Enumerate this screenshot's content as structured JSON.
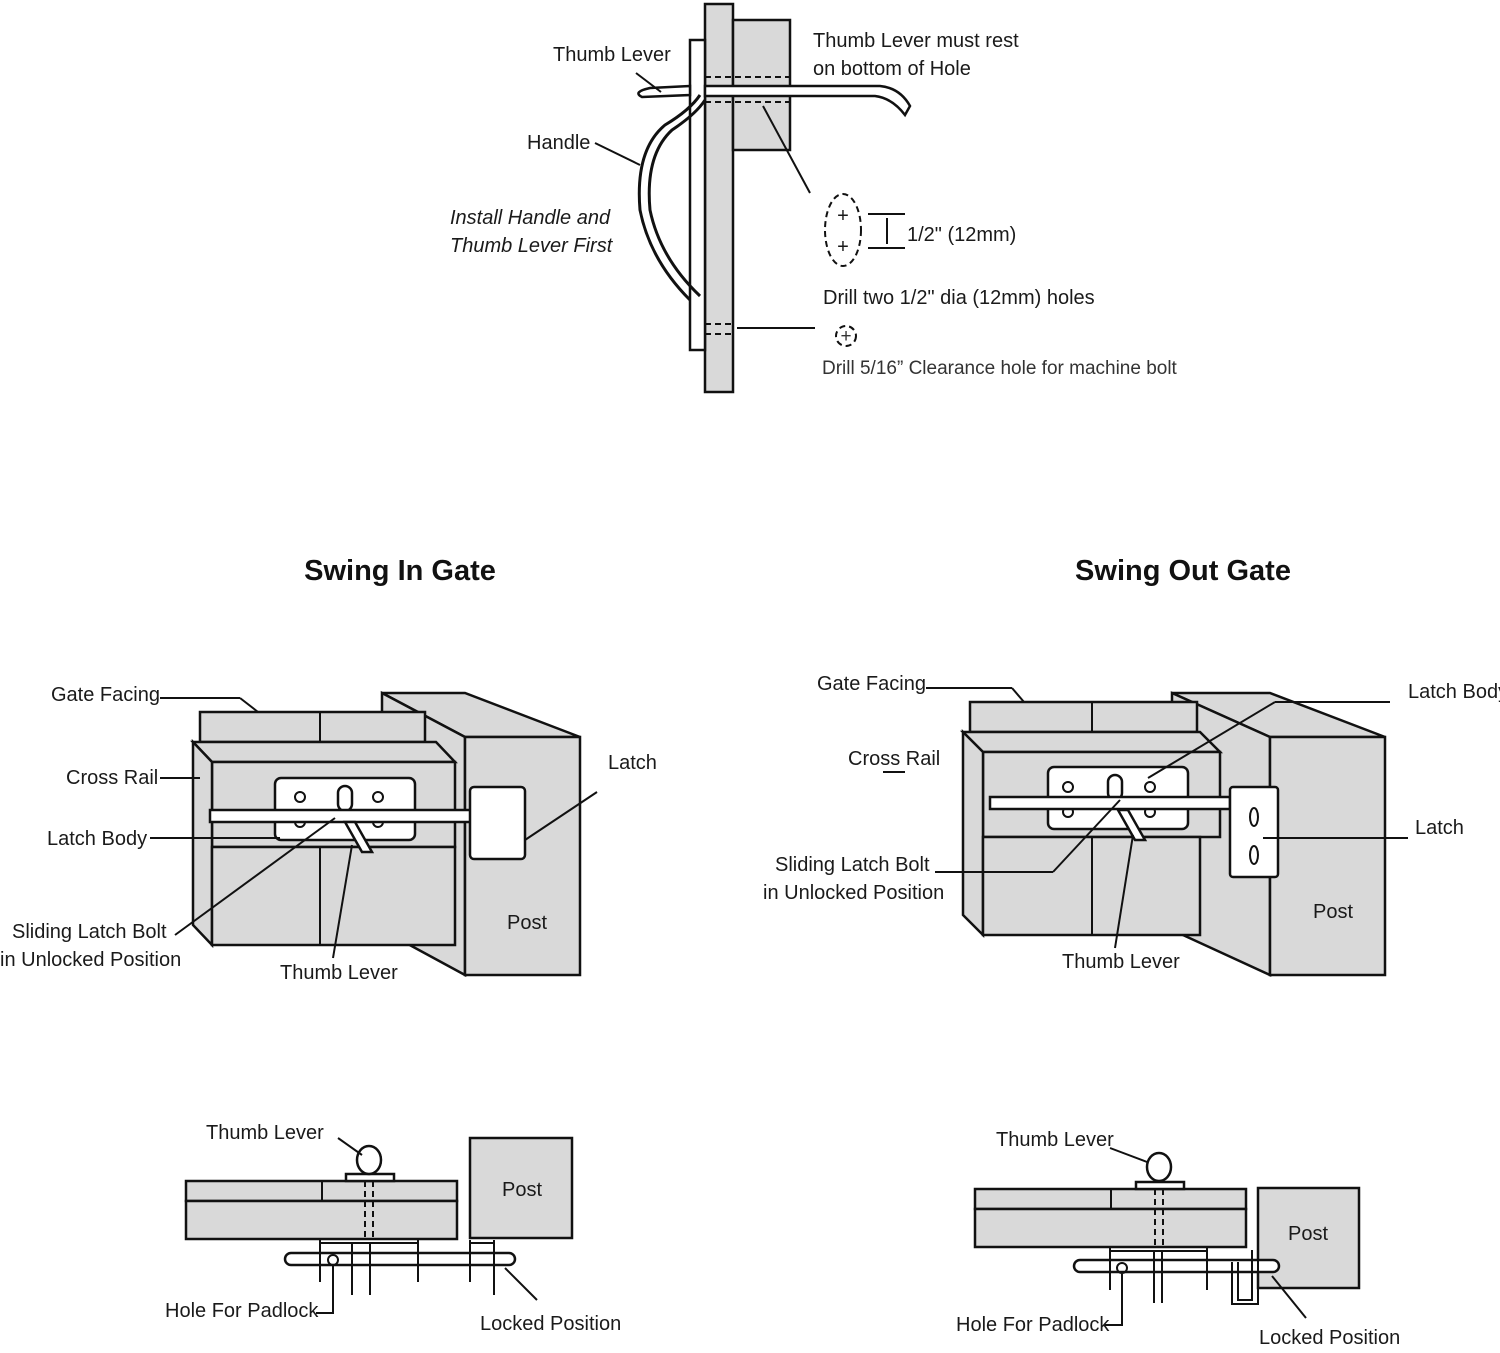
{
  "install": {
    "thumb_lever": "Thumb Lever",
    "handle": "Handle",
    "install_first_line1": "Install Handle and",
    "install_first_line2": "Thumb Lever First",
    "rest_note_line1": "Thumb Lever must rest",
    "rest_note_line2": "on bottom of Hole",
    "hole_spacing": "1/2\" (12mm)",
    "drill_two": "Drill two 1/2\" dia (12mm) holes",
    "drill_clearance": "Drill 5/16” Clearance hole for machine bolt"
  },
  "swing_in": {
    "title": "Swing In Gate",
    "gate_facing": "Gate Facing",
    "cross_rail": "Cross Rail",
    "latch_body": "Latch Body",
    "latch": "Latch",
    "sliding_bolt_line1": "Sliding Latch Bolt",
    "sliding_bolt_line2": "in Unlocked Position",
    "thumb_lever": "Thumb Lever",
    "post": "Post",
    "top_view": {
      "thumb_lever": "Thumb Lever",
      "post": "Post",
      "hole_for_padlock": "Hole For Padlock",
      "locked_position": "Locked Position"
    }
  },
  "swing_out": {
    "title": "Swing Out Gate",
    "gate_facing": "Gate Facing",
    "cross_rail": "Cross Rail",
    "latch_body": "Latch Body",
    "latch": "Latch",
    "sliding_bolt_line1": "Sliding Latch Bolt",
    "sliding_bolt_line2": "in Unlocked Position",
    "thumb_lever": "Thumb Lever",
    "post": "Post",
    "top_view": {
      "thumb_lever": "Thumb Lever",
      "post": "Post",
      "hole_for_padlock": "Hole For Padlock",
      "locked_position": "Locked Position"
    }
  }
}
